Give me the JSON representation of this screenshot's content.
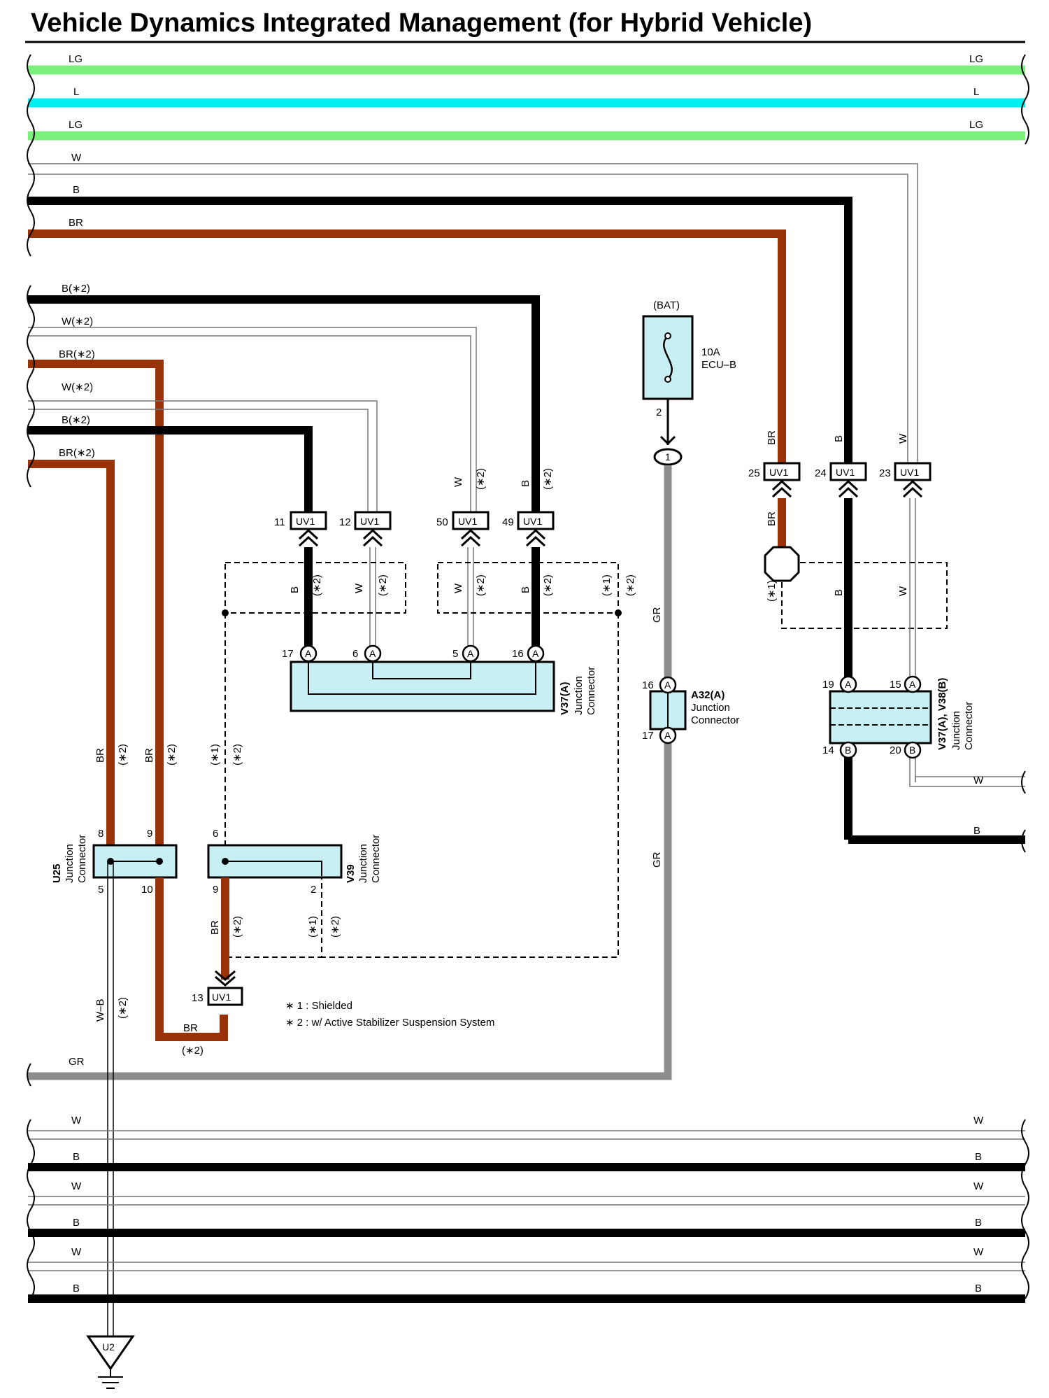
{
  "title": "Vehicle Dynamics Integrated Management (for Hybrid Vehicle)",
  "colors": {
    "LG": "#7cf07c",
    "L": "#00f0f0",
    "B": "#000000",
    "W": "#ffffff",
    "BR": "#9a3208",
    "GR": "#8c8c8c",
    "connector_fill": "#c8f0f4"
  },
  "bus_wires": {
    "top_left": [
      "LG",
      "L",
      "LG",
      "W",
      "B",
      "BR"
    ],
    "top_right": [
      "LG",
      "L",
      "LG"
    ],
    "mid_left": [
      "B(∗2)",
      "W(∗2)",
      "BR(∗2)",
      "W(∗2)",
      "B(∗2)",
      "BR(∗2)"
    ],
    "gr_bus": "GR",
    "bottom_left": [
      "W",
      "B",
      "W",
      "B",
      "W",
      "B"
    ],
    "bottom_right": [
      "W",
      "B",
      "W",
      "B",
      "W",
      "B"
    ],
    "right_exit": [
      "W",
      "B"
    ]
  },
  "fuse": {
    "source": "(BAT)",
    "rating": "10A",
    "name": "ECU–B",
    "pin": "2",
    "circle_pin": "1"
  },
  "uv1_connectors": [
    {
      "pin": "11",
      "name": "UV1"
    },
    {
      "pin": "12",
      "name": "UV1"
    },
    {
      "pin": "50",
      "name": "UV1"
    },
    {
      "pin": "49",
      "name": "UV1"
    },
    {
      "pin": "25",
      "name": "UV1"
    },
    {
      "pin": "24",
      "name": "UV1"
    },
    {
      "pin": "23",
      "name": "UV1"
    },
    {
      "pin": "13",
      "name": "UV1"
    }
  ],
  "wire_tags": {
    "b": "B",
    "w": "W",
    "br": "BR",
    "gr": "GR",
    "wb": "W–B",
    "s1": "(∗1)",
    "s2": "(∗2)"
  },
  "v37a": {
    "id": "V37(A)",
    "line1": "Junction",
    "line2": "Connector",
    "pins": [
      "17",
      "6",
      "5",
      "16"
    ],
    "letter": "A"
  },
  "a32": {
    "id": "A32(A)",
    "line1": "Junction",
    "line2": "Connector",
    "pins": [
      "16",
      "17"
    ],
    "letter": "A"
  },
  "v37v38": {
    "id": "V37(A), V38(B)",
    "line1": "Junction",
    "line2": "Connector",
    "pins_top": [
      "19",
      "15"
    ],
    "pins_bottom": [
      "14",
      "20"
    ],
    "letter_top": "A",
    "letter_bottom": "B"
  },
  "u25": {
    "id": "U25",
    "line1": "Junction",
    "line2": "Connector",
    "pins": [
      "8",
      "9",
      "5",
      "10"
    ]
  },
  "v39": {
    "id": "V39",
    "line1": "Junction",
    "line2": "Connector",
    "pins": [
      "6",
      "9",
      "2"
    ]
  },
  "ground": "U2",
  "notes": [
    "∗ 1 : Shielded",
    "∗ 2 : w/ Active Stabilizer Suspension System"
  ]
}
